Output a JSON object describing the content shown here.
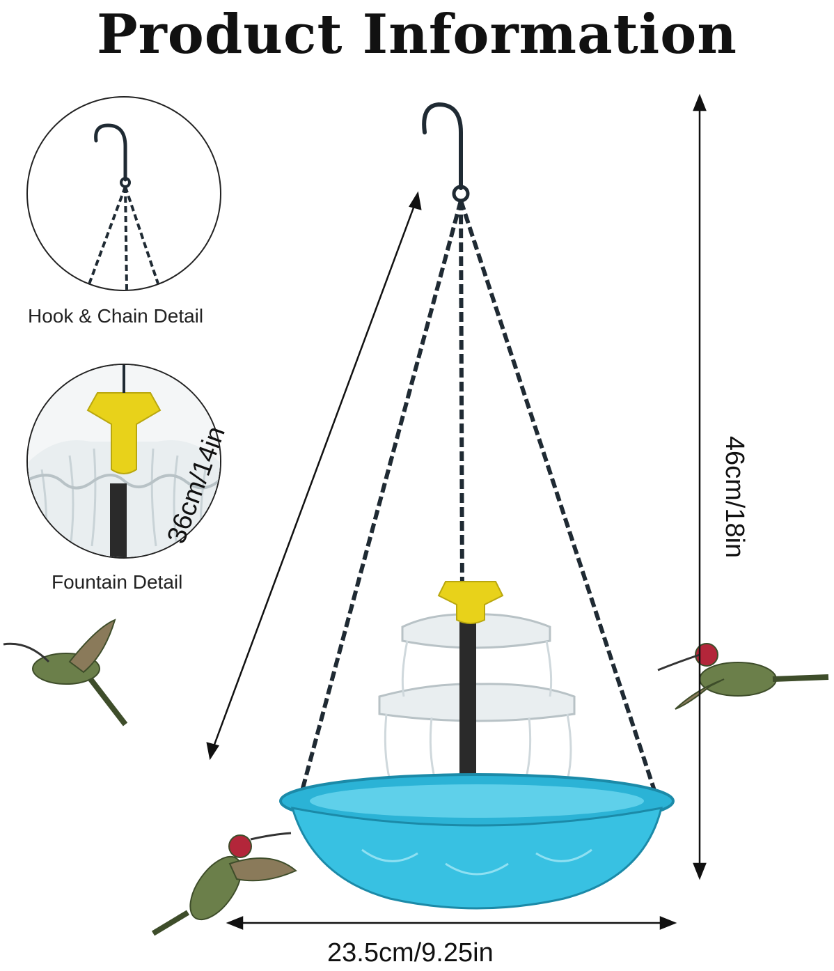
{
  "title": "Product Information",
  "details": {
    "hook_chain_caption": "Hook & Chain Detail",
    "fountain_caption": "Fountain Detail"
  },
  "dimensions": {
    "diagonal": "36cm/14in",
    "height": "46cm/18in",
    "width": "23.5cm/9.25in"
  },
  "colors": {
    "bowl": "#2bb3d6",
    "fountain_cap": "#e8d21a",
    "chain": "#1f2a33"
  }
}
